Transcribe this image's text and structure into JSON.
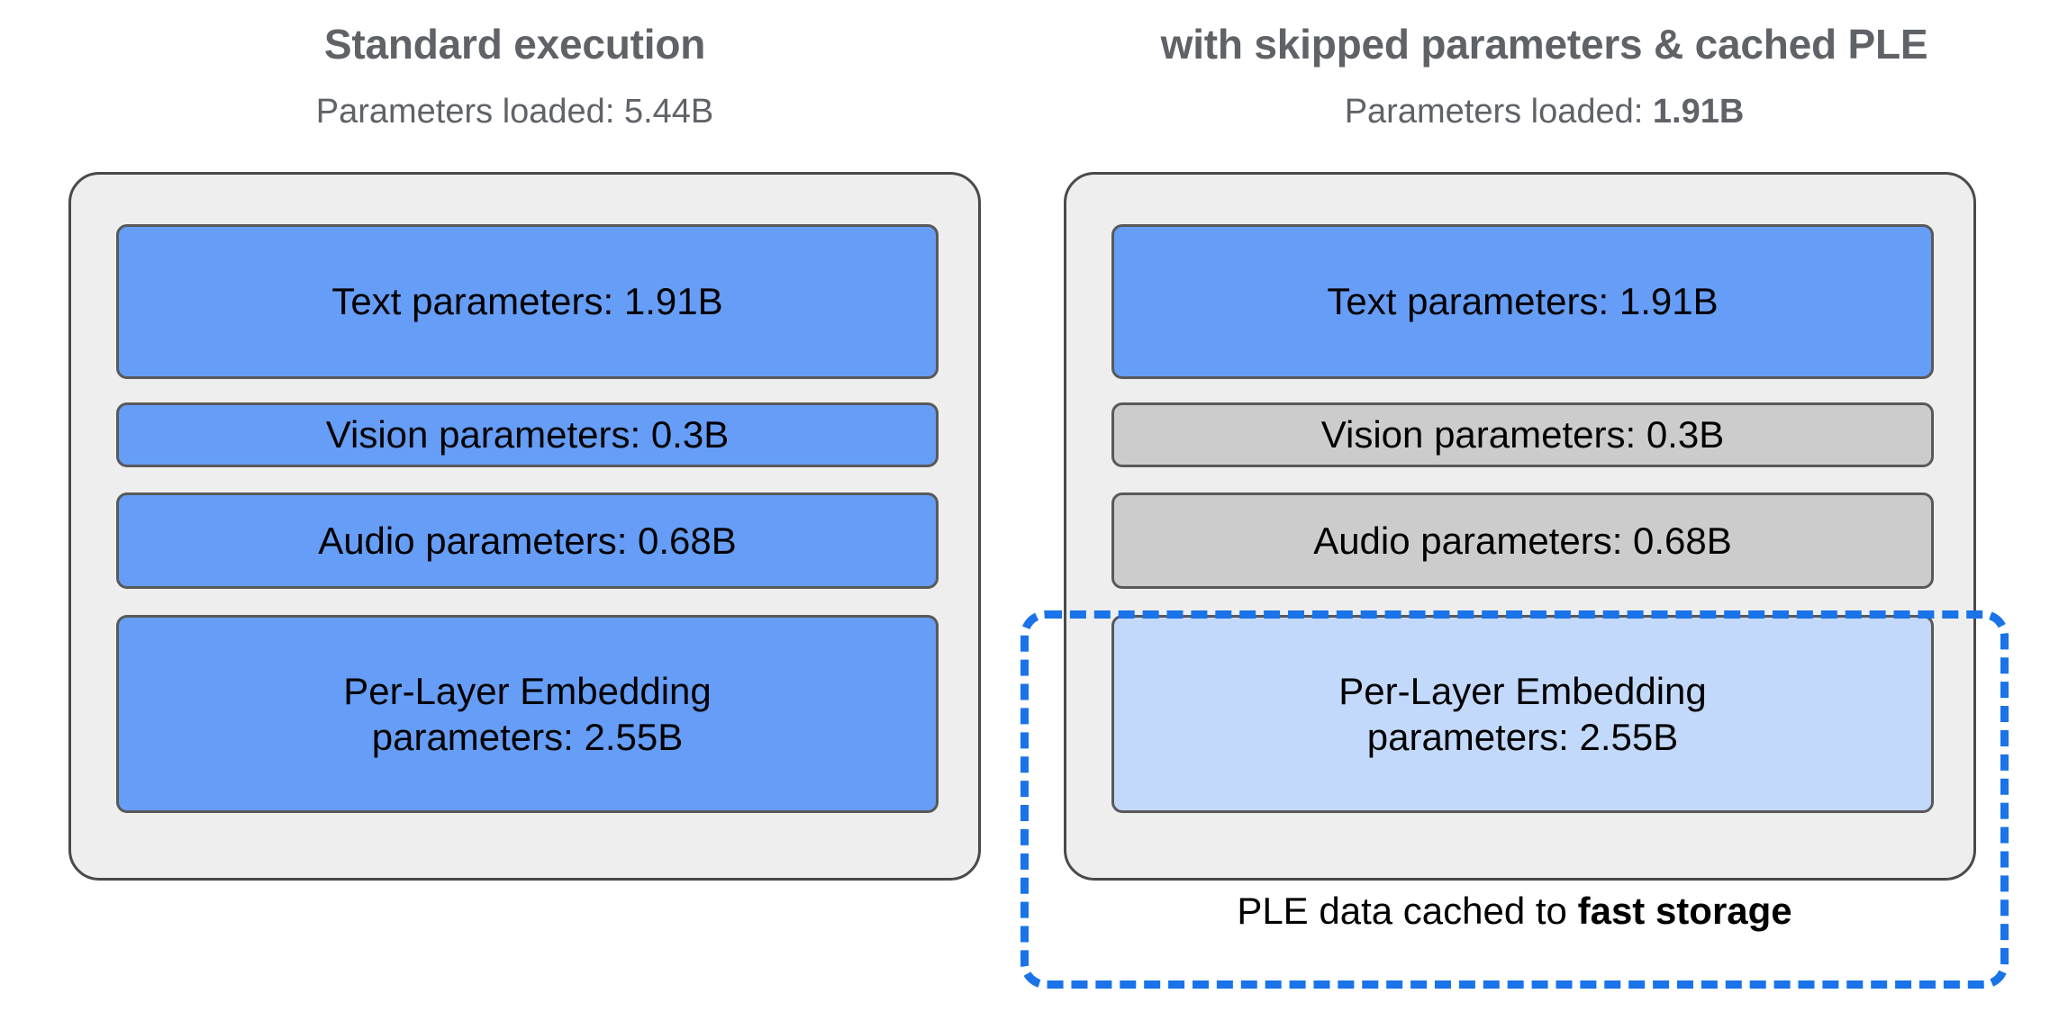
{
  "diagram": {
    "title_color": "#5f6368",
    "accent_blue": "#669df6",
    "pale_blue": "#c3d9fb",
    "skipped_grey": "#cccccc",
    "dashed_blue": "#1a73e8",
    "panel_bg": "#eeeeee"
  },
  "left": {
    "title": "Standard execution",
    "subtitle_prefix": "Parameters loaded: ",
    "subtitle_value": "5.44B",
    "boxes": [
      {
        "label": "Text parameters: 1.91B",
        "state": "loaded"
      },
      {
        "label": "Vision parameters: 0.3B",
        "state": "loaded"
      },
      {
        "label": "Audio parameters: 0.68B",
        "state": "loaded"
      },
      {
        "label_line1": "Per-Layer Embedding",
        "label_line2": "parameters: 2.55B",
        "state": "loaded"
      }
    ]
  },
  "right": {
    "title": "with skipped parameters & cached PLE",
    "subtitle_prefix": "Parameters loaded: ",
    "subtitle_value": "1.91B",
    "boxes": [
      {
        "label": "Text parameters: 1.91B",
        "state": "loaded"
      },
      {
        "label": "Vision parameters: 0.3B",
        "state": "skipped"
      },
      {
        "label": "Audio parameters: 0.68B",
        "state": "skipped"
      },
      {
        "label_line1": "Per-Layer Embedding",
        "label_line2": "parameters: 2.55B",
        "state": "cached"
      }
    ],
    "cache_caption_prefix": "PLE data cached to ",
    "cache_caption_emphasis": "fast storage"
  }
}
